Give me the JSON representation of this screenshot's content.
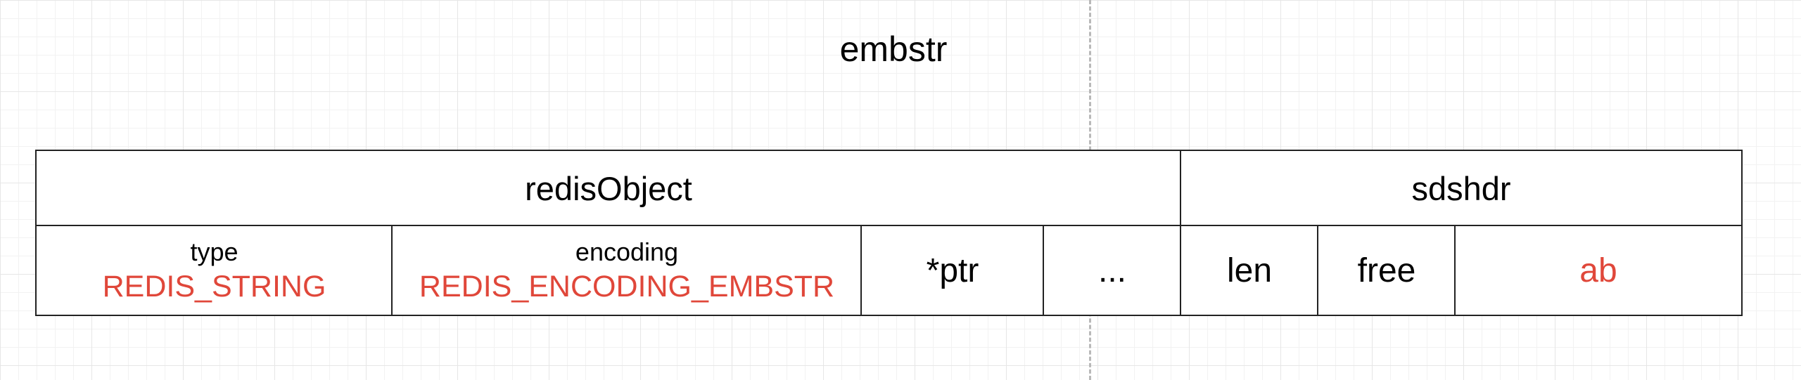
{
  "diagram": {
    "title": "embstr",
    "redis_object": {
      "label": "redisObject",
      "fields": [
        {
          "name": "type",
          "value": "REDIS_STRING"
        },
        {
          "name": "encoding",
          "value": "REDIS_ENCODING_EMBSTR"
        },
        {
          "name": "*ptr"
        },
        {
          "name": "..."
        }
      ]
    },
    "sdshdr": {
      "label": "sdshdr",
      "fields": [
        {
          "name": "len"
        },
        {
          "name": "free"
        },
        {
          "name": "ab"
        }
      ]
    },
    "colors": {
      "highlight": "#e0473a",
      "border": "#222222",
      "grid": "#e6e6e6",
      "divider": "#b8b8b8"
    }
  }
}
